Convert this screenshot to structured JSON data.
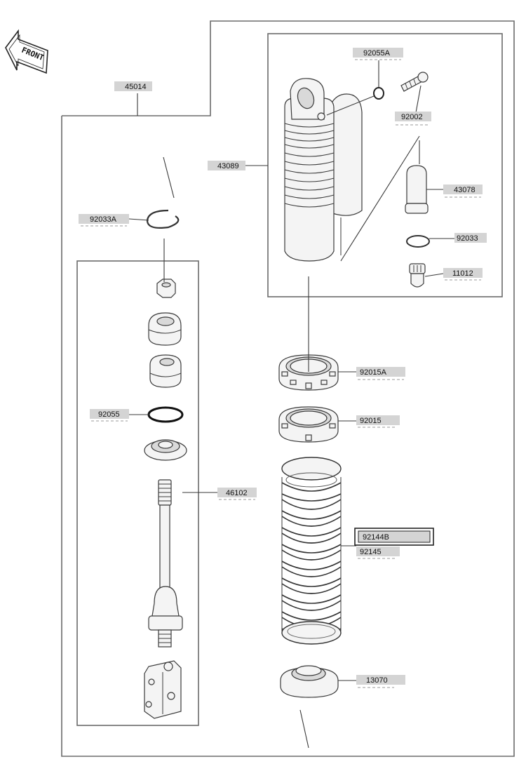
{
  "front_marker": "FRONT",
  "labels": {
    "l45014": "45014",
    "l43089": "43089",
    "l92055A": "92055A",
    "l92002": "92002",
    "l43078": "43078",
    "l92033": "92033",
    "l11012": "11012",
    "l92033A": "92033A",
    "l92055": "92055",
    "l92015A": "92015A",
    "l92015": "92015",
    "l46102": "46102",
    "l92144B": "92144B",
    "l92145": "92145",
    "l13070": "13070"
  },
  "highlighted_part": "92144B",
  "colors": {
    "line": "#3a3a3a",
    "frame": "#6b6b6b",
    "label_bg": "#d4d4d4"
  }
}
